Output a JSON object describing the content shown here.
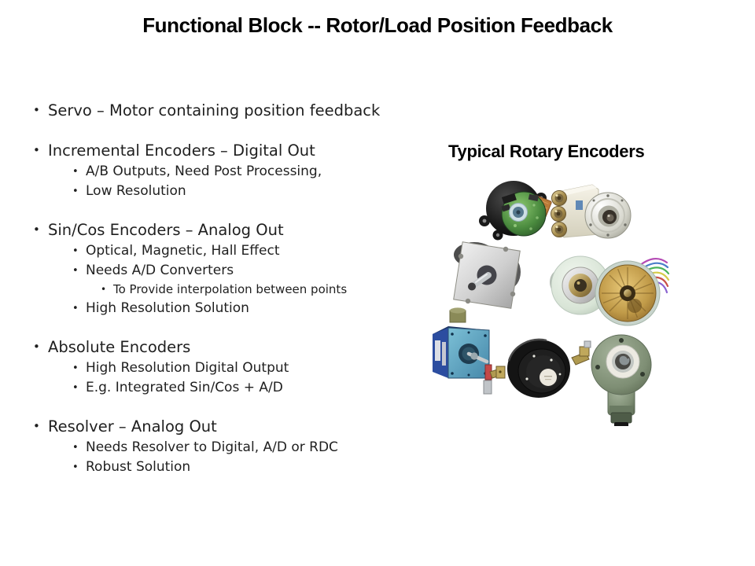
{
  "page": {
    "background": "#ffffff",
    "title_color": "#000000",
    "text_color": "#1f1f1f"
  },
  "slide": {
    "title": "Functional Block -- Rotor/Load Position Feedback"
  },
  "outline": {
    "groups": [
      {
        "title": "Servo – Motor containing position feedback",
        "subs": []
      },
      {
        "title": "Incremental Encoders – Digital Out",
        "subs": [
          "A/B Outputs, Need Post Processing,",
          "Low Resolution"
        ]
      },
      {
        "title": "Sin/Cos Encoders – Analog Out",
        "subs": [
          "Optical, Magnetic, Hall Effect",
          "Needs A/D Converters",
          "High Resolution Solution"
        ],
        "subsubs": [
          "To Provide interpolation between points"
        ]
      },
      {
        "title": "Absolute Encoders",
        "subs": [
          "High Resolution Digital Output",
          "E.g. Integrated Sin/Cos + A/D"
        ]
      },
      {
        "title": "Resolver – Analog Out",
        "subs": [
          "Needs Resolver to Digital, A/D or RDC",
          "Robust Solution"
        ]
      }
    ]
  },
  "figure": {
    "heading": "Typical Rotary Encoders",
    "encoder_photos": [
      "kit-encoder-exposed-green-pcb",
      "shafted-encoder-with-brass-connectors",
      "square-flange-shafted-encoder",
      "bearingless-ring-encoder-and-gold-code-disc-with-wires",
      "blue-cube-encoder",
      "black-hub-encoder-with-spring-tethers",
      "green-hollow-shaft-encoder"
    ]
  }
}
